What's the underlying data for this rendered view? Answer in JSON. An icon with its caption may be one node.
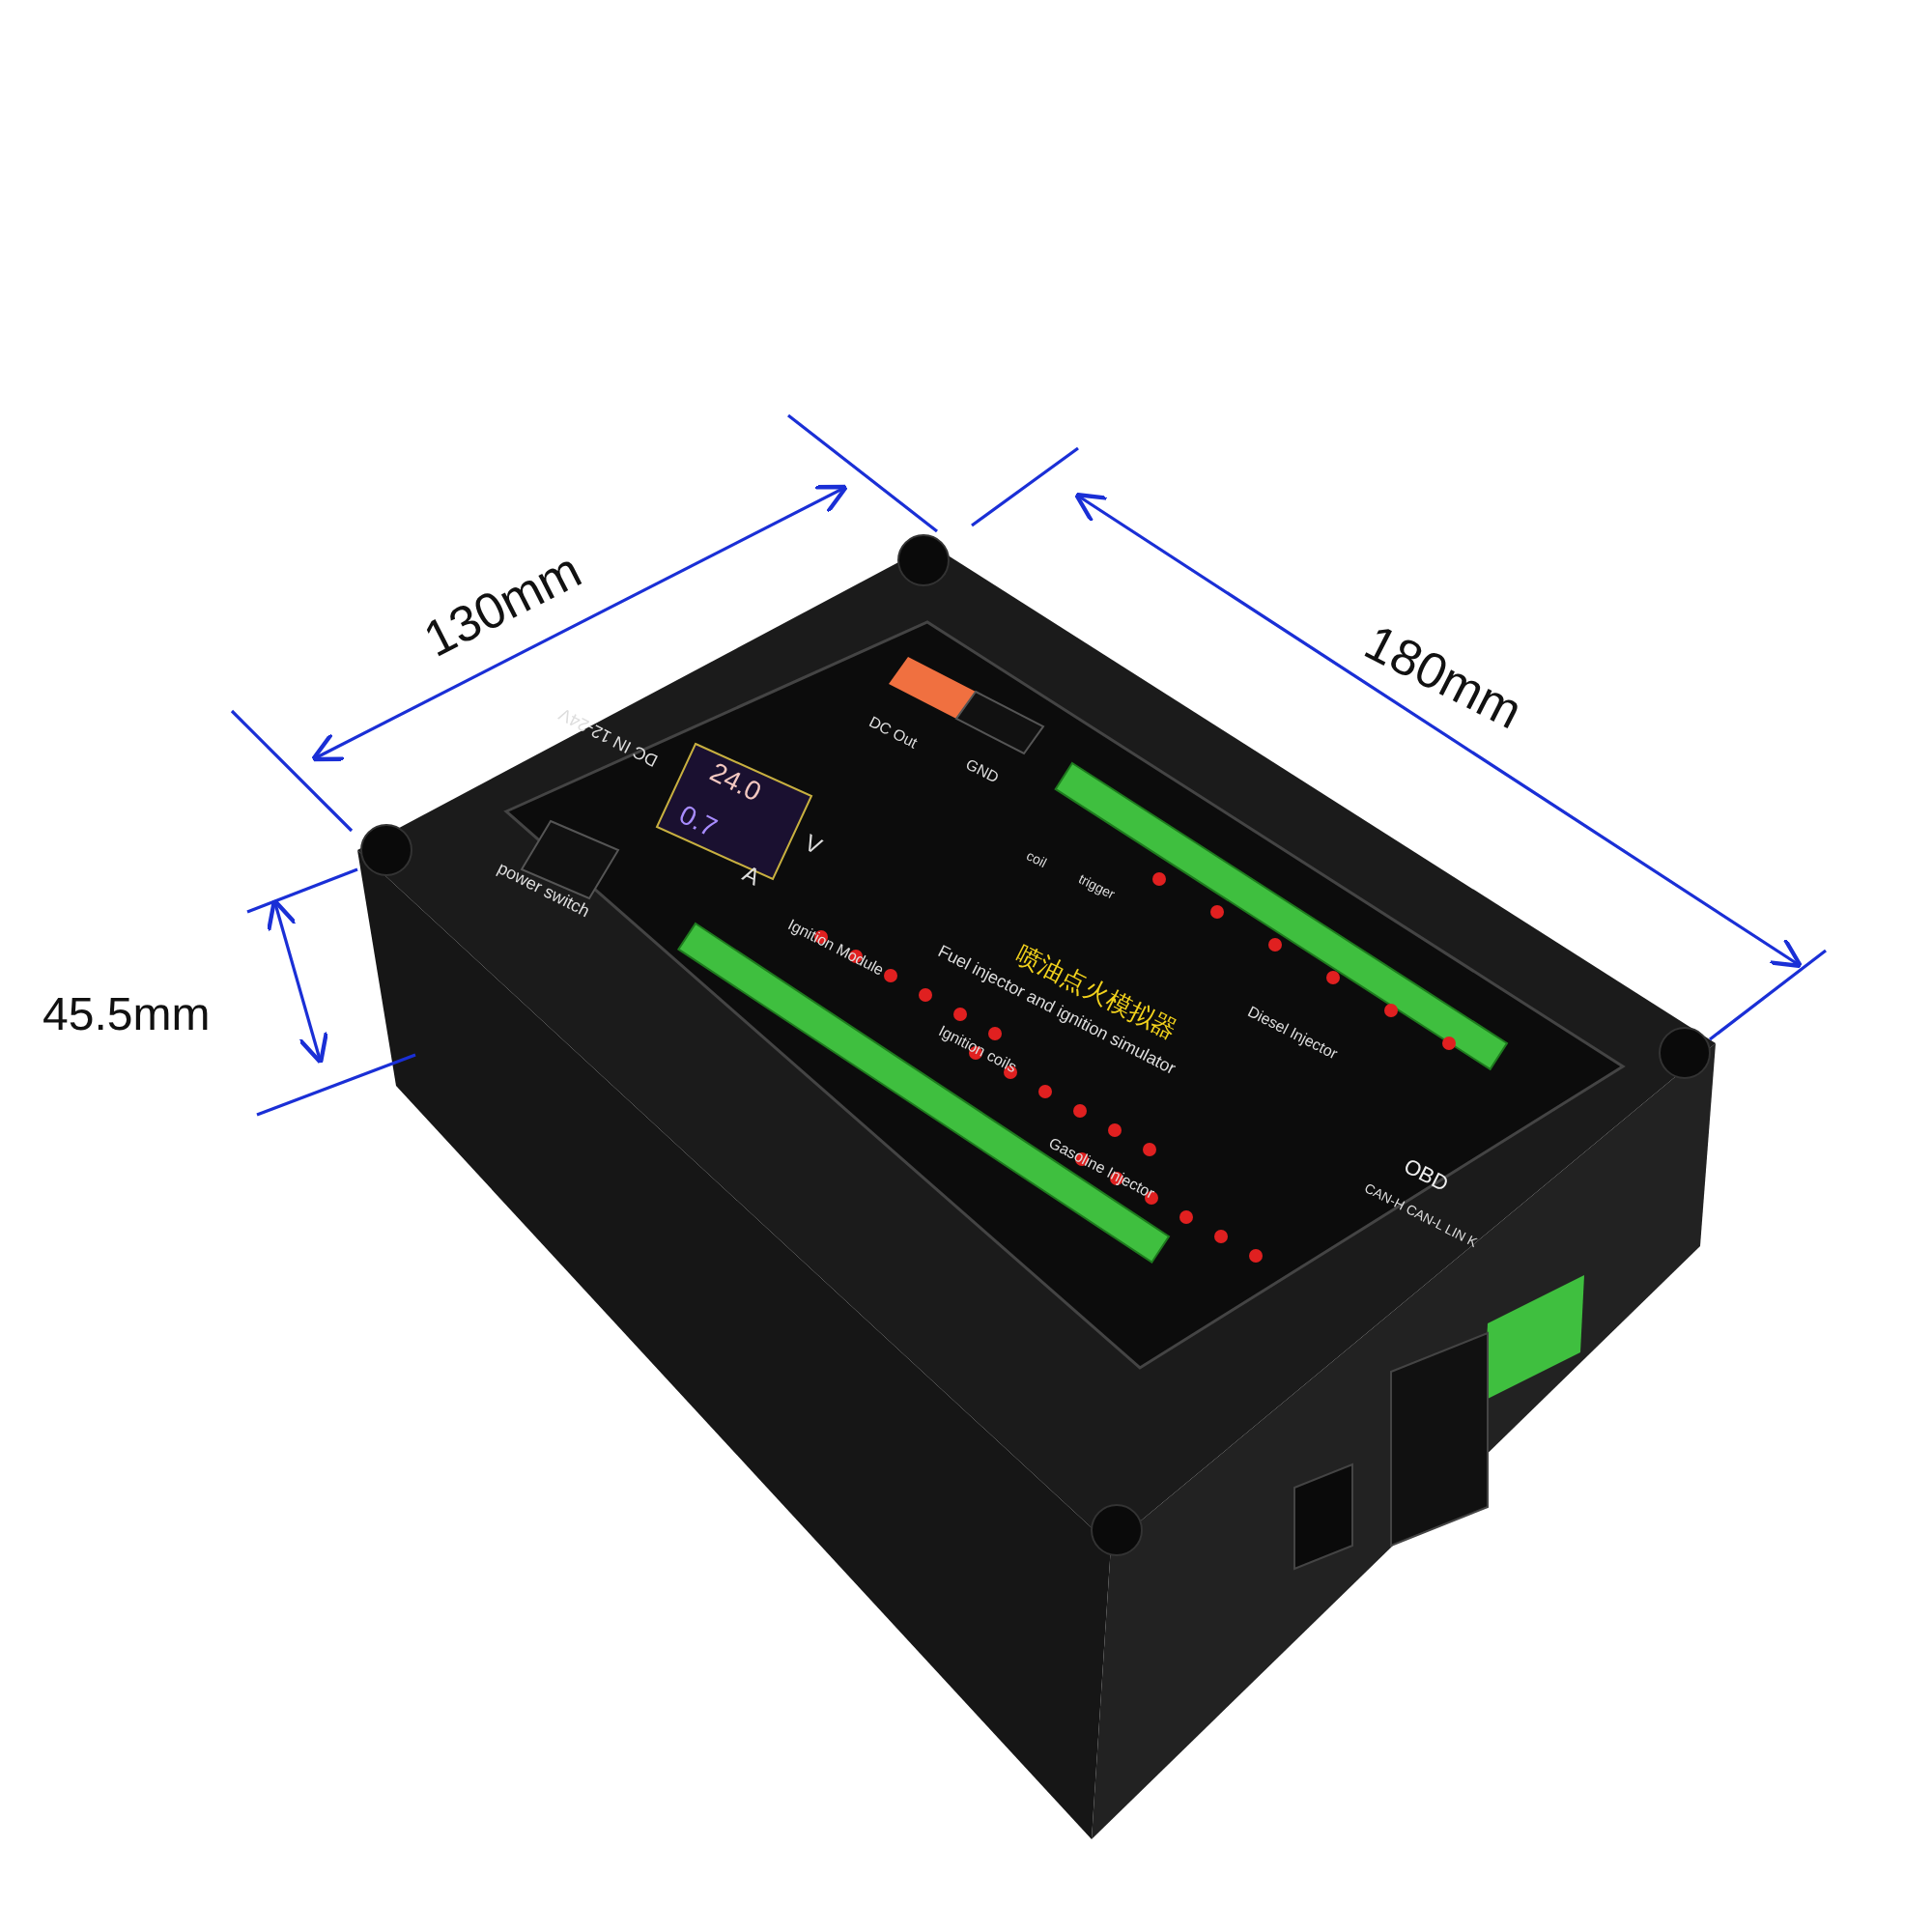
{
  "diagram": {
    "labels": [
      "130mm",
      "180mm",
      "45.5mm",
      "DC IN 12-24V",
      "power switch",
      "24.0",
      "0.7",
      "V",
      "A",
      "DC Out",
      "GND",
      "coil",
      "trigger",
      "喷油点火模拟器",
      "Fuel injector and ignition simulator",
      "Ignition Module",
      "Ignition coils",
      "Diesel Injector",
      "Gasoline Injector",
      "OBD",
      "CAN-H CAN-L LIN K"
    ]
  }
}
